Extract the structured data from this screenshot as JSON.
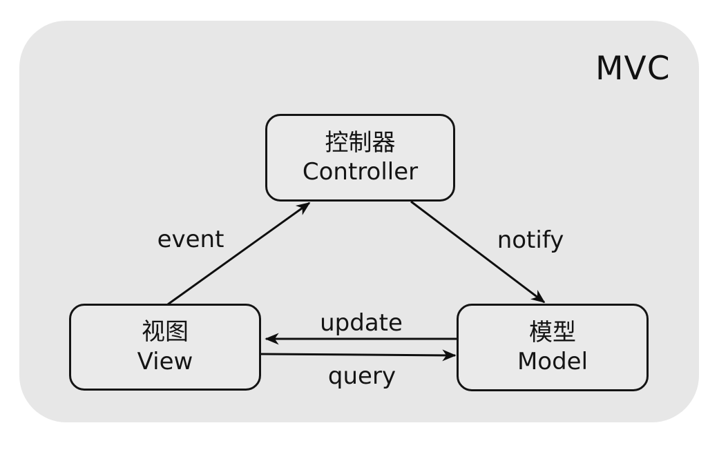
{
  "diagram": {
    "title": "MVC",
    "nodes": [
      {
        "id": "controller",
        "label_zh": "控制器",
        "label_en": "Controller"
      },
      {
        "id": "view",
        "label_zh": "视图",
        "label_en": "View"
      },
      {
        "id": "model",
        "label_zh": "模型",
        "label_en": "Model"
      }
    ],
    "edges": [
      {
        "id": "event",
        "label": "event",
        "from": "view",
        "to": "controller"
      },
      {
        "id": "notify",
        "label": "notify",
        "from": "controller",
        "to": "model"
      },
      {
        "id": "update",
        "label": "update",
        "from": "model",
        "to": "view"
      },
      {
        "id": "query",
        "label": "query",
        "from": "view",
        "to": "model"
      }
    ],
    "colors": {
      "background": "#ffffff",
      "panel": "#e7e7e7",
      "node_fill": "#eaeaea",
      "stroke": "#141414"
    }
  }
}
